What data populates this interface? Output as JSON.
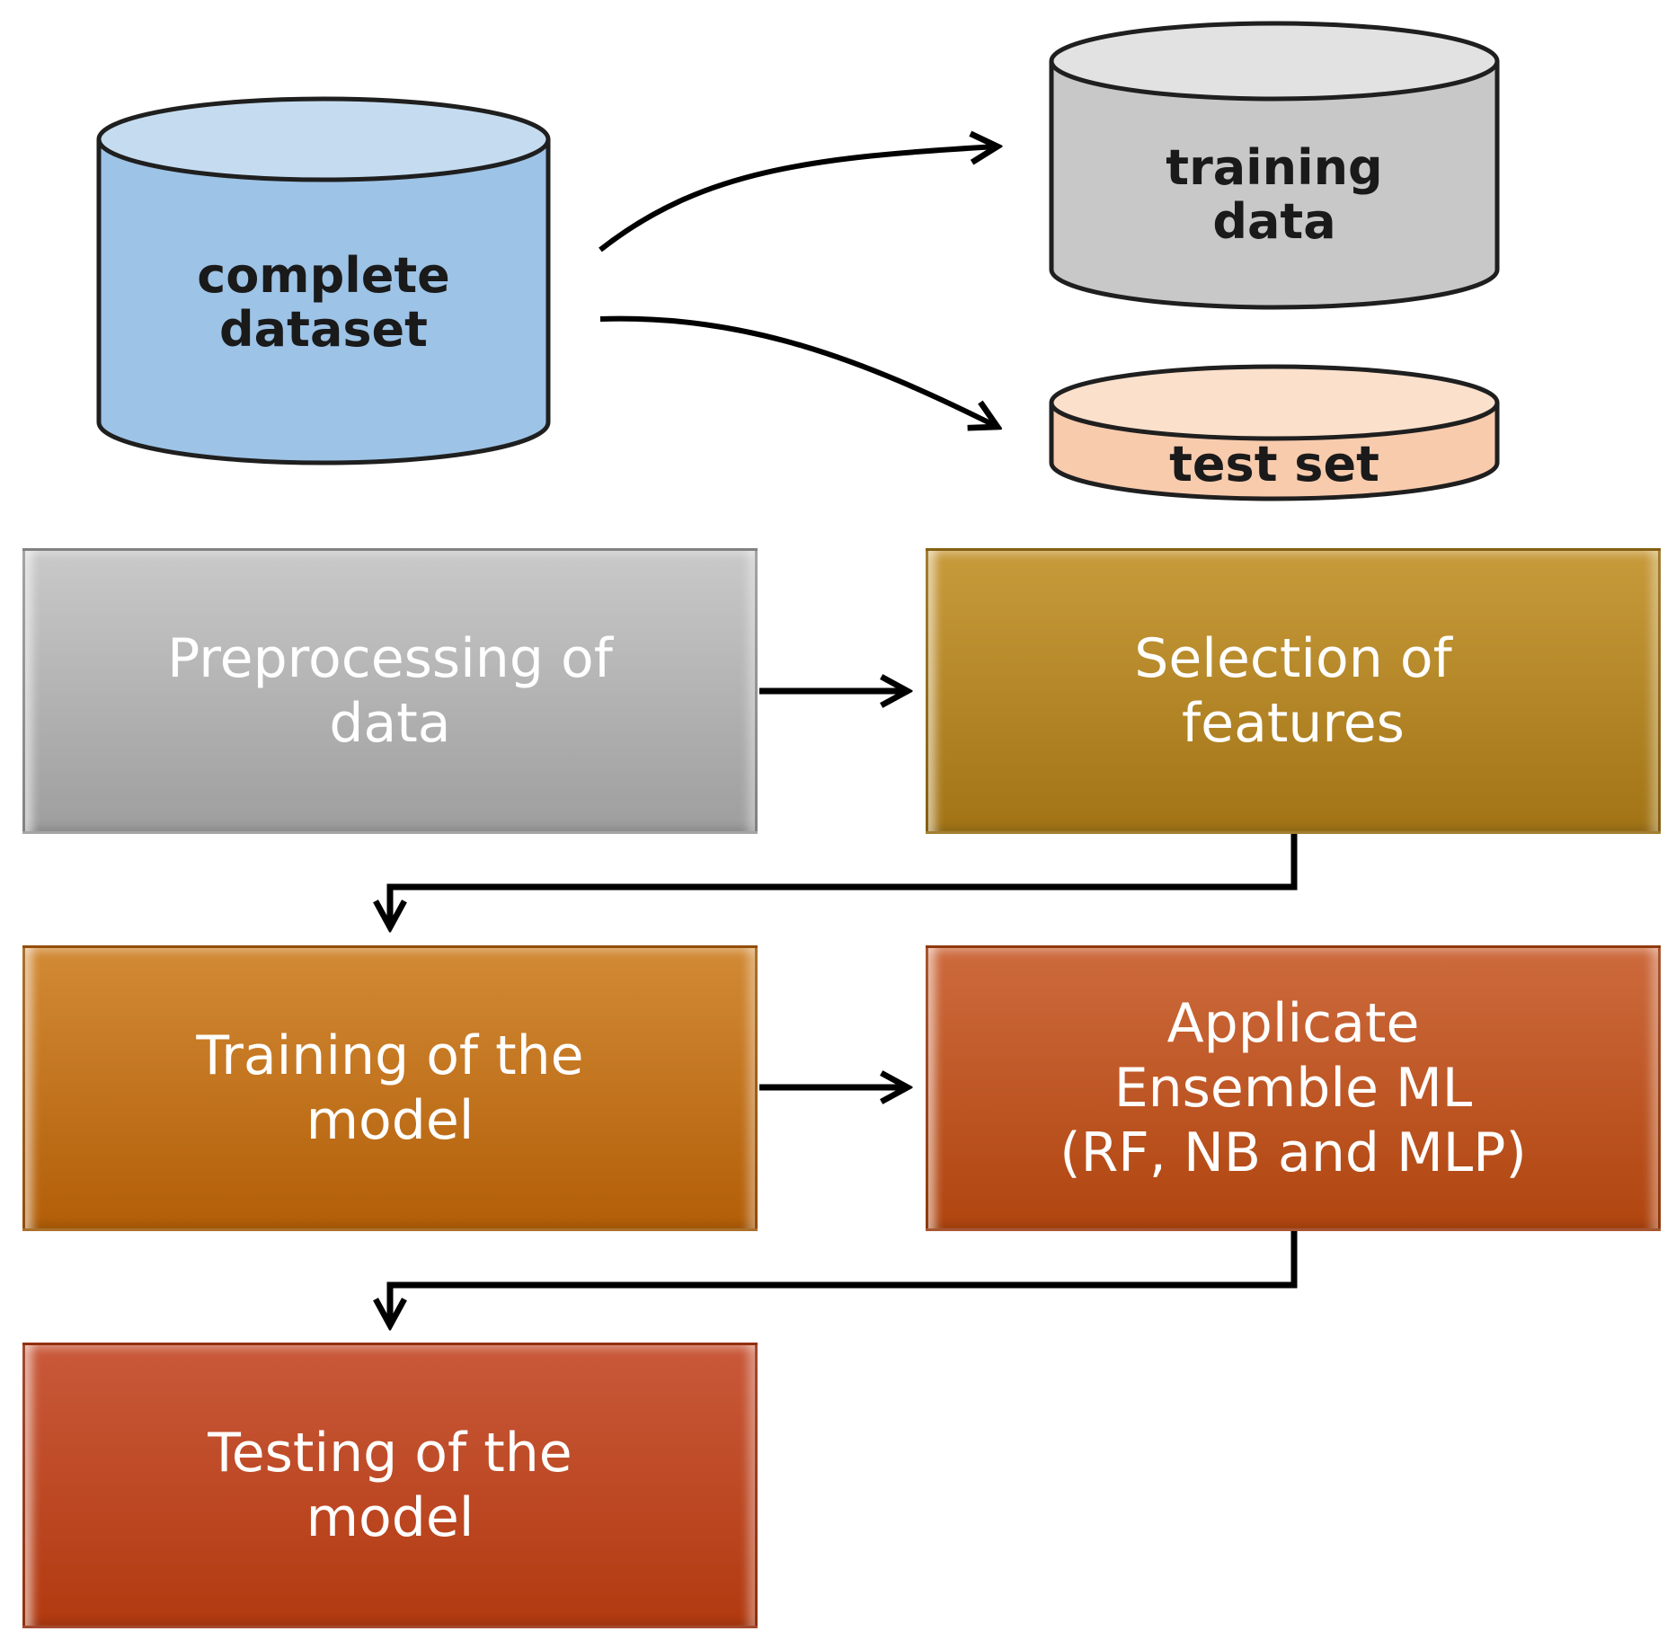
{
  "datasets": {
    "complete": [
      "complete",
      "dataset"
    ],
    "training": [
      "training",
      "data"
    ],
    "test": "test set"
  },
  "steps": {
    "preprocessing": "Preprocessing  of\ndata",
    "selection": "Selection  of\nfeatures",
    "training": "Training of the\nmodel",
    "ensemble": "Applicate\nEnsemble ML\n(RF, NB and MLP)",
    "testing": "Testing of the\nmodel"
  },
  "colors": {
    "complete_dataset": "#9dc3e6",
    "training_data": "#c8c8c8",
    "test_set": "#f8cbad",
    "preprocessing": "#a6a6a6",
    "selection": "#b8892c",
    "training": "#c57323",
    "ensemble": "#c0582a",
    "testing": "#bf4726"
  }
}
